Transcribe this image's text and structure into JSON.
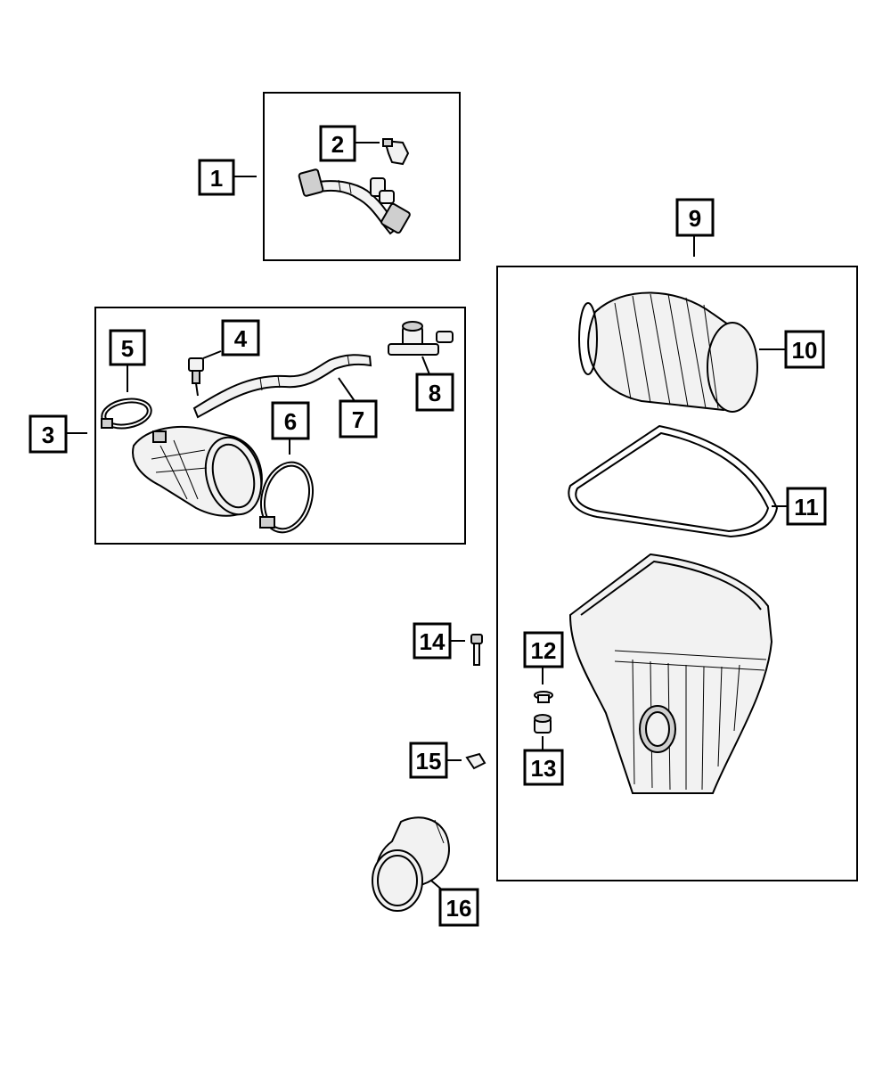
{
  "callouts": [
    {
      "id": "1",
      "label": "1"
    },
    {
      "id": "2",
      "label": "2"
    },
    {
      "id": "3",
      "label": "3"
    },
    {
      "id": "4",
      "label": "4"
    },
    {
      "id": "5",
      "label": "5"
    },
    {
      "id": "6",
      "label": "6"
    },
    {
      "id": "7",
      "label": "7"
    },
    {
      "id": "8",
      "label": "8"
    },
    {
      "id": "9",
      "label": "9"
    },
    {
      "id": "10",
      "label": "10"
    },
    {
      "id": "11",
      "label": "11"
    },
    {
      "id": "12",
      "label": "12"
    },
    {
      "id": "13",
      "label": "13"
    },
    {
      "id": "14",
      "label": "14"
    },
    {
      "id": "15",
      "label": "15"
    },
    {
      "id": "16",
      "label": "16"
    }
  ],
  "colors": {
    "line": "#000000",
    "background": "#ffffff",
    "part_fill": "#f2f2f2"
  }
}
